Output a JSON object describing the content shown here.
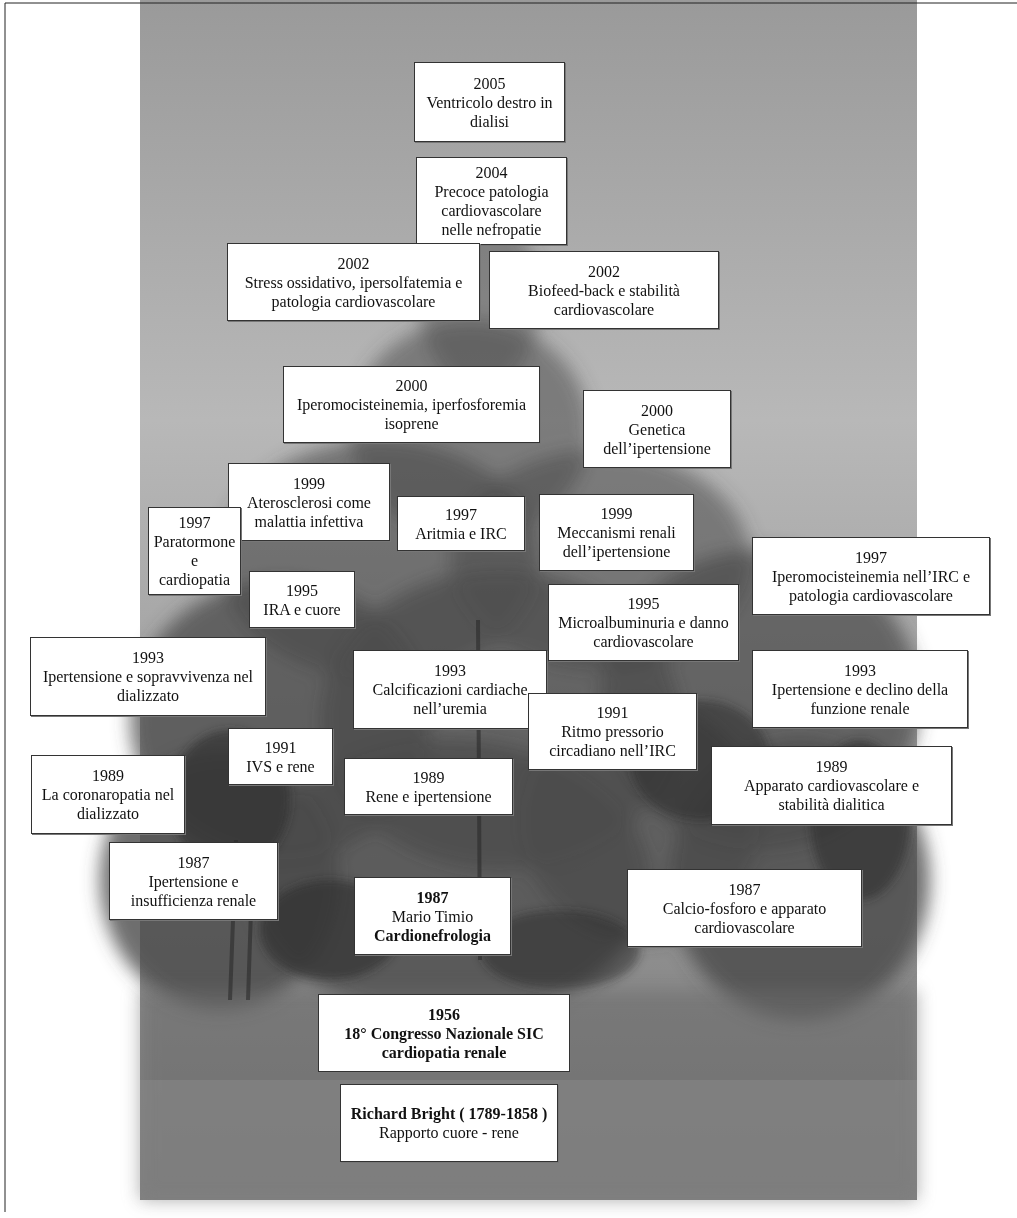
{
  "diagram": {
    "nodes": [
      {
        "text": [
          "2005",
          "Ventricolo destro in dialisi"
        ]
      },
      {
        "text": [
          "2004",
          "Precoce patologia cardiovascolare nelle nefropatie"
        ]
      },
      {
        "text": [
          "2002",
          "Stress ossidativo, ipersolfatemia e patologia cardiovascolare"
        ]
      },
      {
        "text": [
          "2002",
          "Biofeed-back e stabilità cardiovascolare"
        ]
      },
      {
        "text": [
          "2000",
          "Iperomocisteinemia, iperfosforemia isoprene"
        ]
      },
      {
        "text": [
          "2000",
          "Genetica dell’ipertensione"
        ]
      },
      {
        "text": [
          "1999",
          "Aterosclerosi come malattia infettiva"
        ]
      },
      {
        "text": [
          "1999",
          "Meccanismi renali dell’ipertensione"
        ]
      },
      {
        "text": [
          "1997",
          "Aritmia e IRC"
        ]
      },
      {
        "text": [
          "1997",
          "Paratormone e cardiopatia"
        ]
      },
      {
        "text": [
          "1997",
          "Iperomocisteinemia nell’IRC e patologia cardiovascolare"
        ]
      },
      {
        "text": [
          "1995",
          "IRA e cuore"
        ]
      },
      {
        "text": [
          "1995",
          "Microalbuminuria e danno cardiovascolare"
        ]
      },
      {
        "text": [
          "1993",
          "Ipertensione e sopravvivenza nel dializzato"
        ]
      },
      {
        "text": [
          "1993",
          "Calcificazioni cardiache nell’uremia"
        ]
      },
      {
        "text": [
          "1993",
          "Ipertensione e declino della funzione renale"
        ]
      },
      {
        "text": [
          "1991",
          "Ritmo pressorio circadiano nell’IRC"
        ]
      },
      {
        "text": [
          "1991",
          "IVS e rene"
        ]
      },
      {
        "text": [
          "1989",
          "Apparato cardiovascolare e stabilità dialitica"
        ]
      },
      {
        "text": [
          "1989",
          "La coronaropatia nel dializzato"
        ]
      },
      {
        "text": [
          "1989",
          "Rene e ipertensione"
        ]
      },
      {
        "text": [
          "1987",
          "Ipertensione e insufficienza renale"
        ]
      },
      {
        "text": [
          "1987",
          "Calcio-fosforo e apparato cardiovascolare"
        ]
      },
      {
        "text": [
          "1987",
          "Mario Timio",
          "Cardionefrologia"
        ]
      },
      {
        "text": [
          "1956",
          "18° Congresso Nazionale SIC cardiopatia renale"
        ]
      },
      {
        "text": [
          "Richard Bright ( 1789-1858 )",
          "Rapporto cuore - rene"
        ]
      }
    ]
  }
}
